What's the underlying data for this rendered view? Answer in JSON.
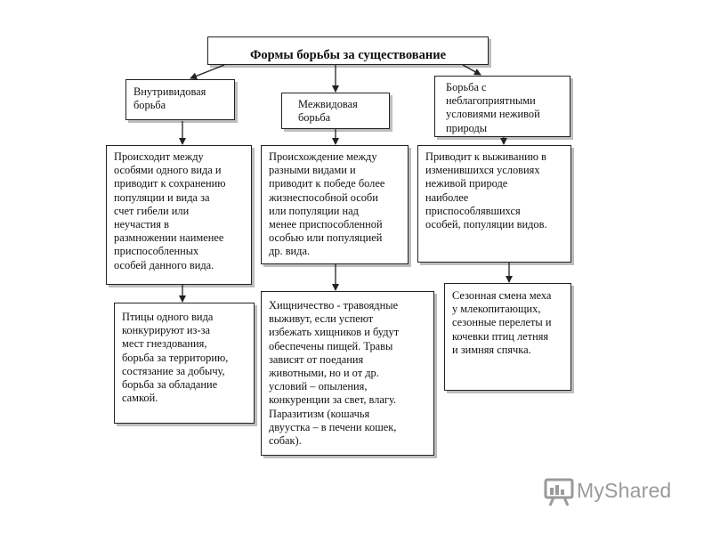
{
  "title": "Формы борьбы за существование",
  "columns": [
    {
      "category": "Внутривидовая\nборьба",
      "description": "Происходит между\nособями одного вида и\nприводит к сохранению\nпопуляции и вида за\nсчет гибели или\nнеучастия в\nразмножении наименее\nприспособленных\nособей данного вида.",
      "examples": "Птицы одного вида\nконкурируют из-за\nмест гнездования,\nборьба за территорию,\nсостязание за добычу,\nборьба за обладание\nсамкой."
    },
    {
      "category": "Межвидовая\nборьба",
      "description": "Происхождение между\nразными видами и\nприводит к победе более\nжизнеспособной особи\nили популяции над\nменее приспособленной\nособью или популяцией\nдр. вида.",
      "examples": "Хищничество - травоядные\nвыживут, если успеют\nизбежать хищников и будут\nобеспечены пищей. Травы\nзависят от поедания\nживотными, но и от др.\nусловий – опыления,\nконкуренции за свет, влагу.\nПаразитизм (кошачья\nдвуустка – в печени кошек,\nсобак)."
    },
    {
      "category": "Борьба с\nнеблагоприятными\nусловиями неживой\nприроды",
      "description": "Приводит к выживанию в\nизменившихся условиях\nнеживой природе\nнаиболее\nприспособлявшихся\nособей, популяции видов.",
      "examples": "Сезонная смена меха\nу млекопитающих,\nсезонные перелеты и\nкочевки птиц летняя\nи зимняя спячка."
    }
  ],
  "watermark": {
    "brand": "MyShared",
    "icon": "presentation-board-icon",
    "color": "#9a9a9a"
  }
}
